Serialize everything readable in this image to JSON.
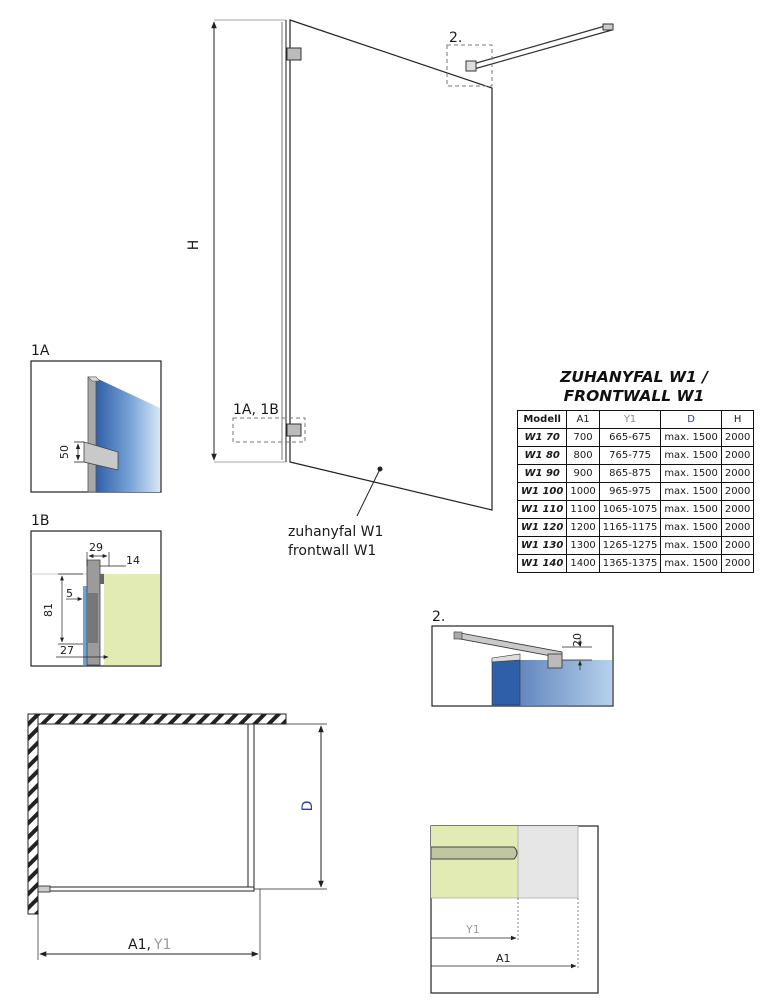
{
  "callouts": {
    "detail_1a": "1A",
    "detail_1b": "1B",
    "detail_2_top": "2.",
    "detail_2_box": "2.",
    "hinge_label": "1A, 1B"
  },
  "dimensions": {
    "height": "H",
    "depth": "D",
    "width_a1": "A1,",
    "width_y1": "Y1",
    "d50": "50",
    "d29": "29",
    "d14": "14",
    "d5": "5",
    "d81": "81",
    "d27": "27",
    "d20": "20",
    "y1_small": "Y1",
    "a1_small": "A1"
  },
  "product_label": {
    "line1": "zuhanyfal W1",
    "line2": "frontwall W1"
  },
  "spec": {
    "title_line1": "ZUHANYFAL W1 /",
    "title_line2": "FRONTWALL W1",
    "headers": [
      "Modell",
      "A1",
      "Y1",
      "D",
      "H"
    ],
    "rows": [
      [
        "W1 70",
        "700",
        "665-675",
        "max. 1500",
        "2000"
      ],
      [
        "W1 80",
        "800",
        "765-775",
        "max. 1500",
        "2000"
      ],
      [
        "W1 90",
        "900",
        "865-875",
        "max. 1500",
        "2000"
      ],
      [
        "W1 100",
        "1000",
        "965-975",
        "max. 1500",
        "2000"
      ],
      [
        "W1 110",
        "1100",
        "1065-1075",
        "max. 1500",
        "2000"
      ],
      [
        "W1 120",
        "1200",
        "1165-1175",
        "max. 1500",
        "2000"
      ],
      [
        "W1 130",
        "1300",
        "1265-1275",
        "max. 1500",
        "2000"
      ],
      [
        "W1 140",
        "1400",
        "1365-1375",
        "max. 1500",
        "2000"
      ]
    ]
  },
  "colors": {
    "glass_blue": "#5b8fc9",
    "wall_green": "#e3ebb4",
    "floor_grey": "#e6e6e6",
    "depth_label": "#2e3f8f",
    "y1_label": "#9a9a9a"
  }
}
